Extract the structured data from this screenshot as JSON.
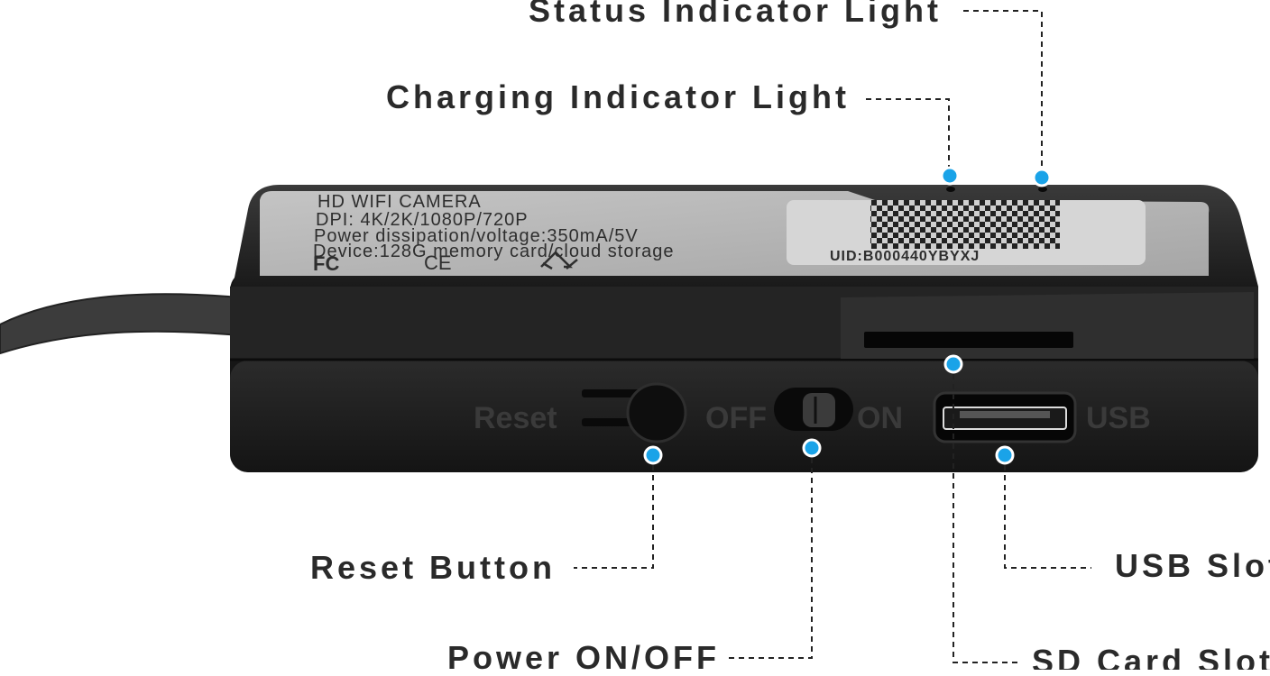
{
  "callouts": {
    "status_light": "Status Indicator Light",
    "charging_light": "Charging Indicator Light",
    "reset_button": "Reset Button",
    "power_switch": "Power ON/OFF",
    "usb_slot": "USB Slot",
    "sd_card_slot": "SD Card Slot"
  },
  "device": {
    "label_line1": "HD WIFI CAMERA",
    "label_line2": "DPI: 4K/2K/1080P/720P",
    "label_line3": "Power dissipation/voltage:350mA/5V",
    "label_line4": "Device:128G memory card/cloud storage",
    "uid": "UID:B000440YBYXJ",
    "cert_fc": "FC",
    "cert_ce": "CE",
    "reset_text": "Reset",
    "off_text": "OFF",
    "on_text": "ON",
    "usb_text": "USB"
  },
  "colors": {
    "marker": "#1aa3e8",
    "body": "#1c1c1c",
    "label_plate": "#b5b5b5",
    "callout_text": "#2a2a2a"
  }
}
